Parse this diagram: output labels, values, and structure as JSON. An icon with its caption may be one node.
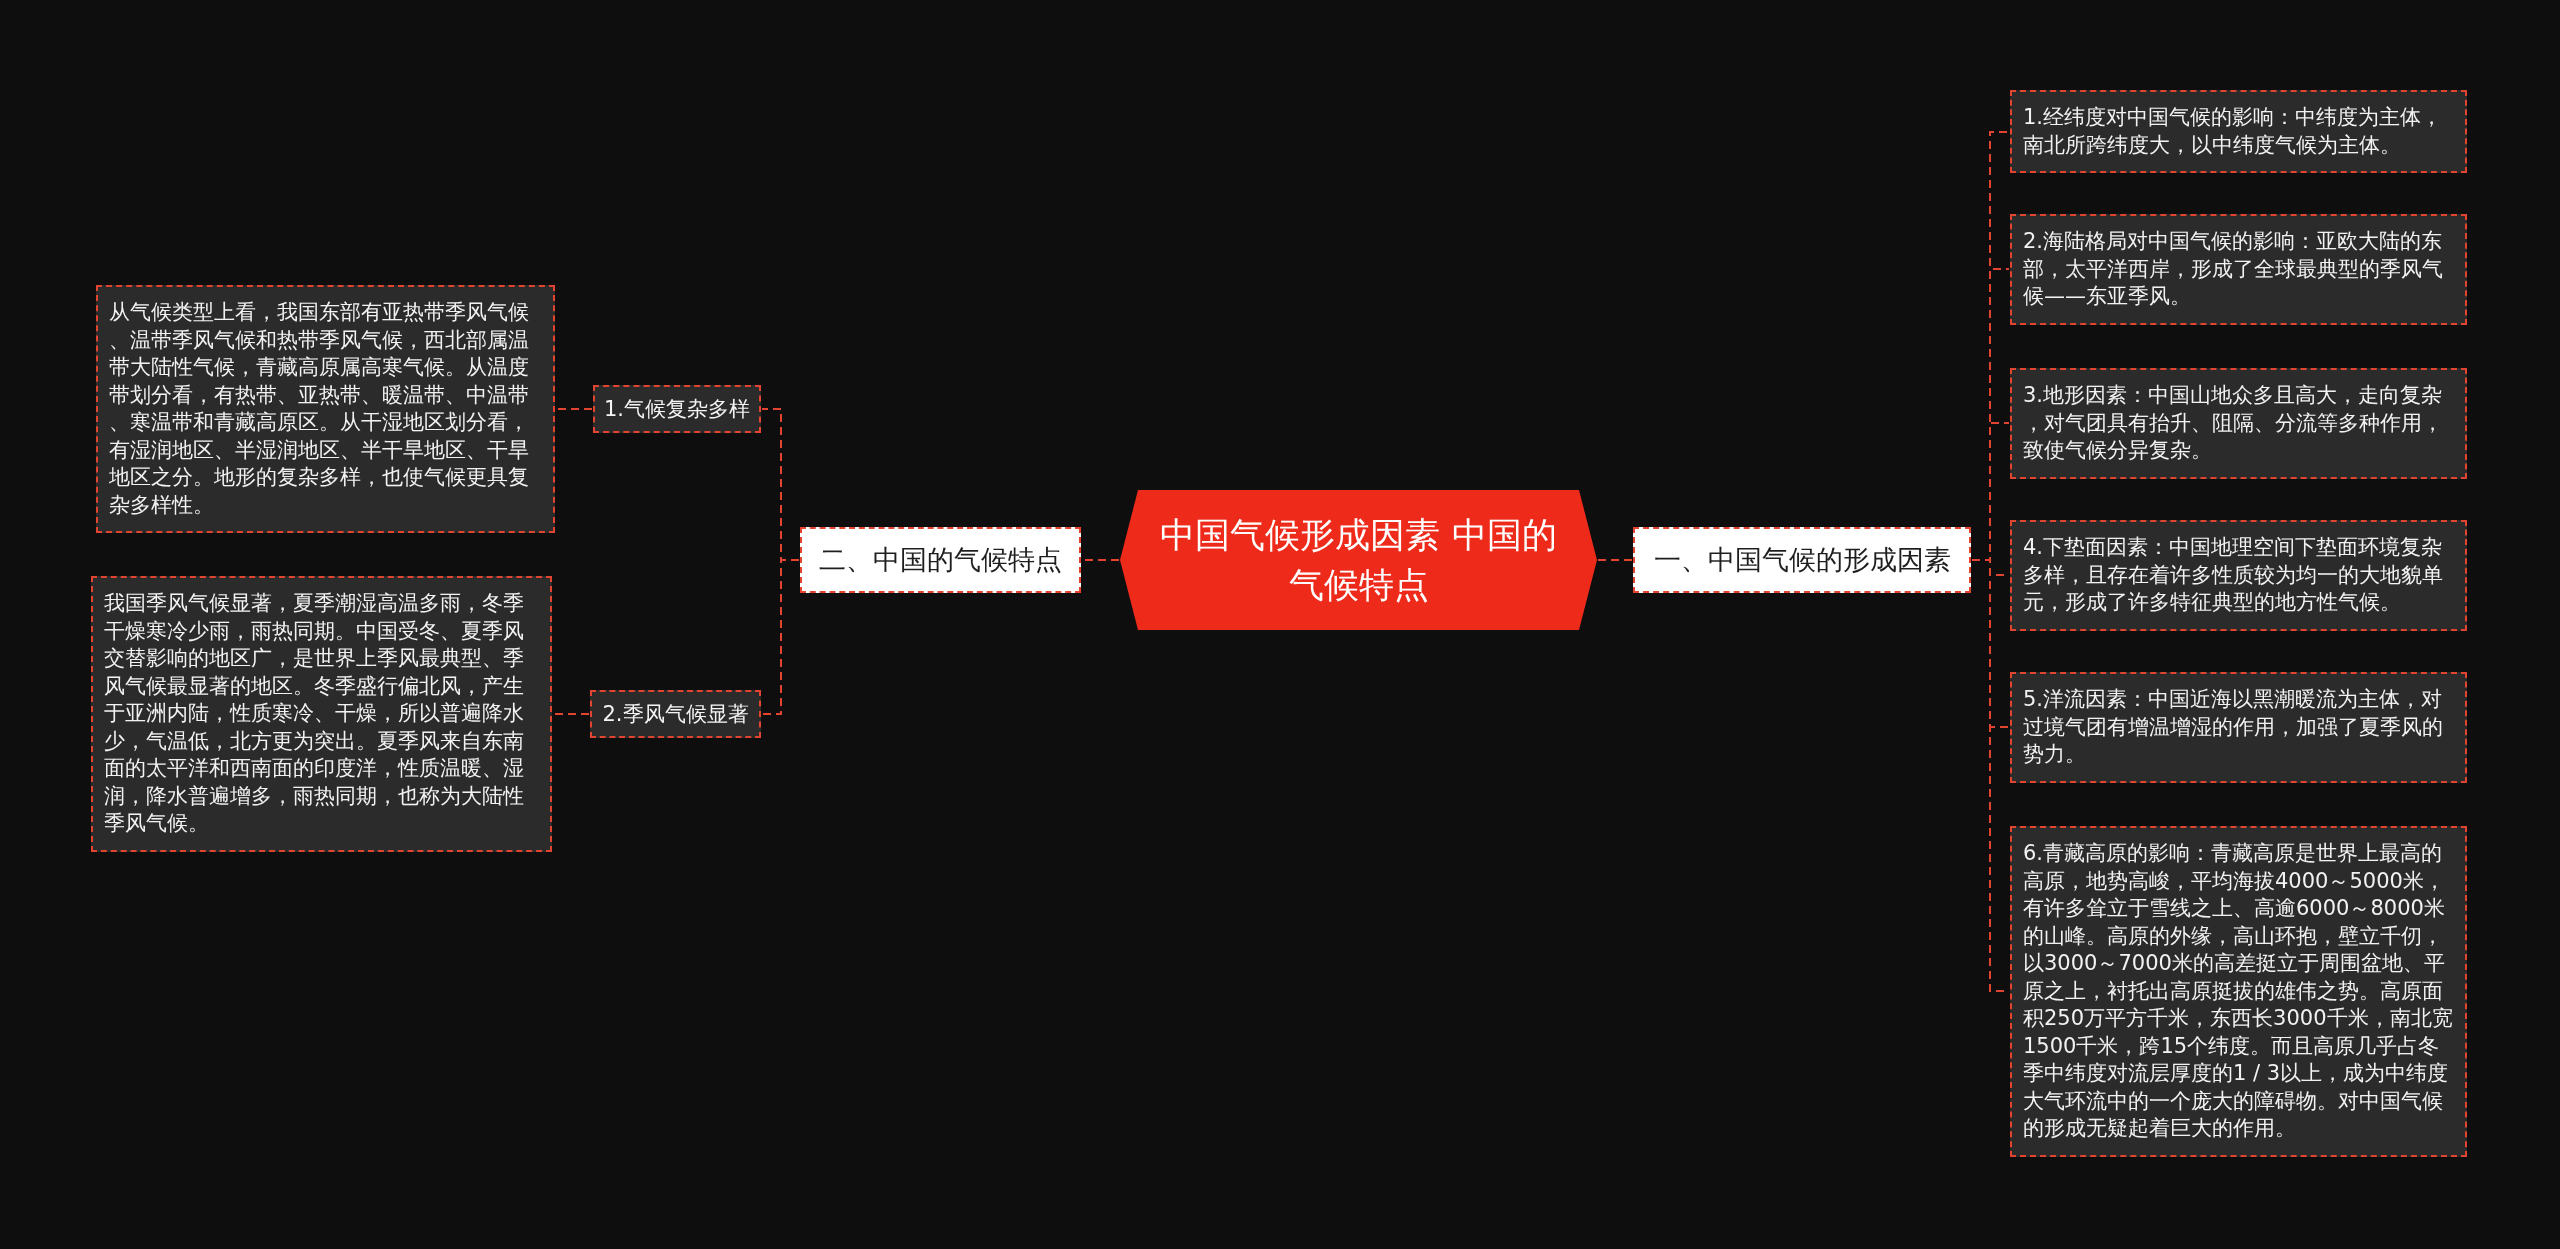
{
  "diagram": {
    "nodes": [
      {
        "text": [
          "中国气候形成因素 中国的气候特点"
        ]
      },
      {
        "text": [
          "一、中国气候的形成因素"
        ]
      },
      {
        "text": [
          "1.经纬度对中国气候的影响：中纬度为主体，南北所跨纬度大，以中纬度气候为主体。"
        ]
      },
      {
        "text": [
          "2.海陆格局对中国气候的影响：亚欧大陆的东部，太平洋西岸，形成了全球最典型的季风气候——东亚季风。"
        ]
      },
      {
        "text": [
          "3.地形因素：中国山地众多且高大，走向复杂，对气团具有抬升、阻隔、分流等多种作用，致使气候分异复杂。"
        ]
      },
      {
        "text": [
          "4.下垫面因素：中国地理空间下垫面环境复杂多样，且存在着许多性质较为均一的大地貌单元，形成了许多特征典型的地方性气候。"
        ]
      },
      {
        "text": [
          "5.洋流因素：中国近海以黑潮暖流为主体，对过境气团有增温增湿的作用，加强了夏季风的势力。"
        ]
      },
      {
        "text": [
          "6.青藏高原的影响：青藏高原是世界上最高的高原，地势高峻，平均海拔4000～5000米，有许多耸立于雪线之上、高逾6000～8000米的山峰。高原的外缘，高山环抱，壁立千仞，以3000～7000米的高差挺立于周围盆地、平原之上，衬托出高原挺拔的雄伟之势。高原面积250万平方千米，东西长3000千米，南北宽1500千米，跨15个纬度。而且高原几乎占冬季中纬度对流层厚度的1 / 3以上，成为中纬度大气环流中的一个庞大的障碍物。对中国气候的形成无疑起着巨大的作用。"
        ]
      },
      {
        "text": [
          "二、中国的气候特点"
        ]
      },
      {
        "text": [
          "1.气候复杂多样"
        ]
      },
      {
        "text": [
          "从气候类型上看，我国东部有亚热带季风气候、温带季风气候和热带季风气候，西北部属温带大陆性气候，青藏高原属高寒气候。从温度带划分看，有热带、亚热带、暖温带、中温带、寒温带和青藏高原区。从干湿地区划分看，有湿润地区、半湿润地区、半干旱地区、干旱地区之分。地形的复杂多样，也使气候更具复杂多样性。"
        ]
      },
      {
        "text": [
          "2.季风气候显著"
        ]
      },
      {
        "text": [
          "我国季风气候显著，夏季潮湿高温多雨，冬季干燥寒冷少雨，雨热同期。中国受冬、夏季风交替影响的地区广，是世界上季风最典型、季风气候最显著的地区。冬季盛行偏北风，产生于亚洲内陆，性质寒冷、干燥，所以普遍降水少，气温低，北方更为突出。夏季风来自东南面的太平洋和西南面的印度洋，性质温暖、湿润，降水普遍增多，雨热同期，也称为大陆性季风气候。"
        ]
      }
    ],
    "edges": [
      {
        "from": 0,
        "to": 1,
        "arrow": "none",
        "style": "dashed"
      },
      {
        "from": 1,
        "to": 2,
        "arrow": "none",
        "style": "dashed"
      },
      {
        "from": 1,
        "to": 3,
        "arrow": "none",
        "style": "dashed"
      },
      {
        "from": 1,
        "to": 4,
        "arrow": "none",
        "style": "dashed"
      },
      {
        "from": 1,
        "to": 5,
        "arrow": "none",
        "style": "dashed"
      },
      {
        "from": 1,
        "to": 6,
        "arrow": "none",
        "style": "dashed"
      },
      {
        "from": 1,
        "to": 7,
        "arrow": "none",
        "style": "dashed"
      },
      {
        "from": 0,
        "to": 8,
        "arrow": "none",
        "style": "dashed"
      },
      {
        "from": 8,
        "to": 9,
        "arrow": "none",
        "style": "dashed"
      },
      {
        "from": 9,
        "to": 10,
        "arrow": "none",
        "style": "dashed"
      },
      {
        "from": 8,
        "to": 11,
        "arrow": "none",
        "style": "dashed"
      },
      {
        "from": 11,
        "to": 12,
        "arrow": "none",
        "style": "dashed"
      }
    ]
  }
}
